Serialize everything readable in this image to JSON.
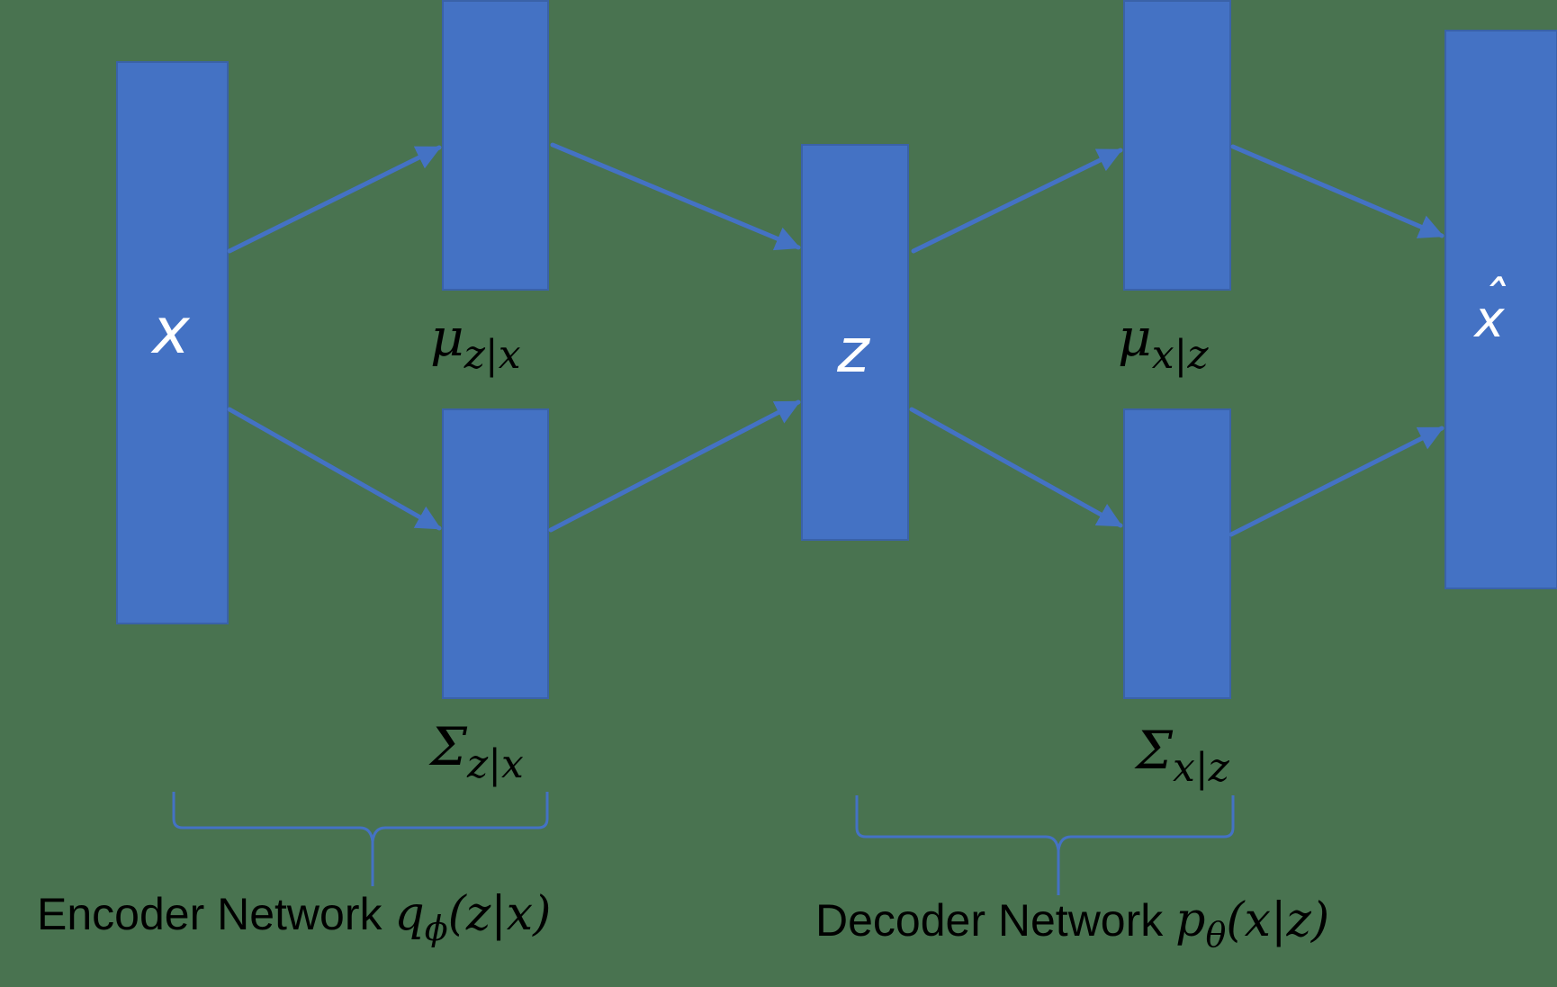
{
  "colors": {
    "background": "#497350",
    "block_fill": "#4472c4",
    "block_stroke": "#3a62a8",
    "arrow": "#4472c4",
    "brace": "#4472c4",
    "block_label": "#ffffff",
    "math_label": "#000000"
  },
  "blocks": {
    "input": {
      "label": "x"
    },
    "encoder_mu": {
      "label_base": "μ",
      "label_sub": "z|x"
    },
    "encoder_sigma": {
      "label_base": "Σ",
      "label_sub": "z|x"
    },
    "latent": {
      "label": "z"
    },
    "decoder_mu": {
      "label_base": "μ",
      "label_sub": "x|z"
    },
    "decoder_sigma": {
      "label_base": "Σ",
      "label_sub": "x|z"
    },
    "output": {
      "label": "x",
      "accent": "ˆ"
    }
  },
  "encoder": {
    "caption": "Encoder Network ",
    "fn": "q",
    "fn_sub": "ϕ",
    "args": "(z|x)"
  },
  "decoder": {
    "caption": "Decoder Network ",
    "fn": "p",
    "fn_sub": "θ",
    "args": "(x|z)"
  }
}
